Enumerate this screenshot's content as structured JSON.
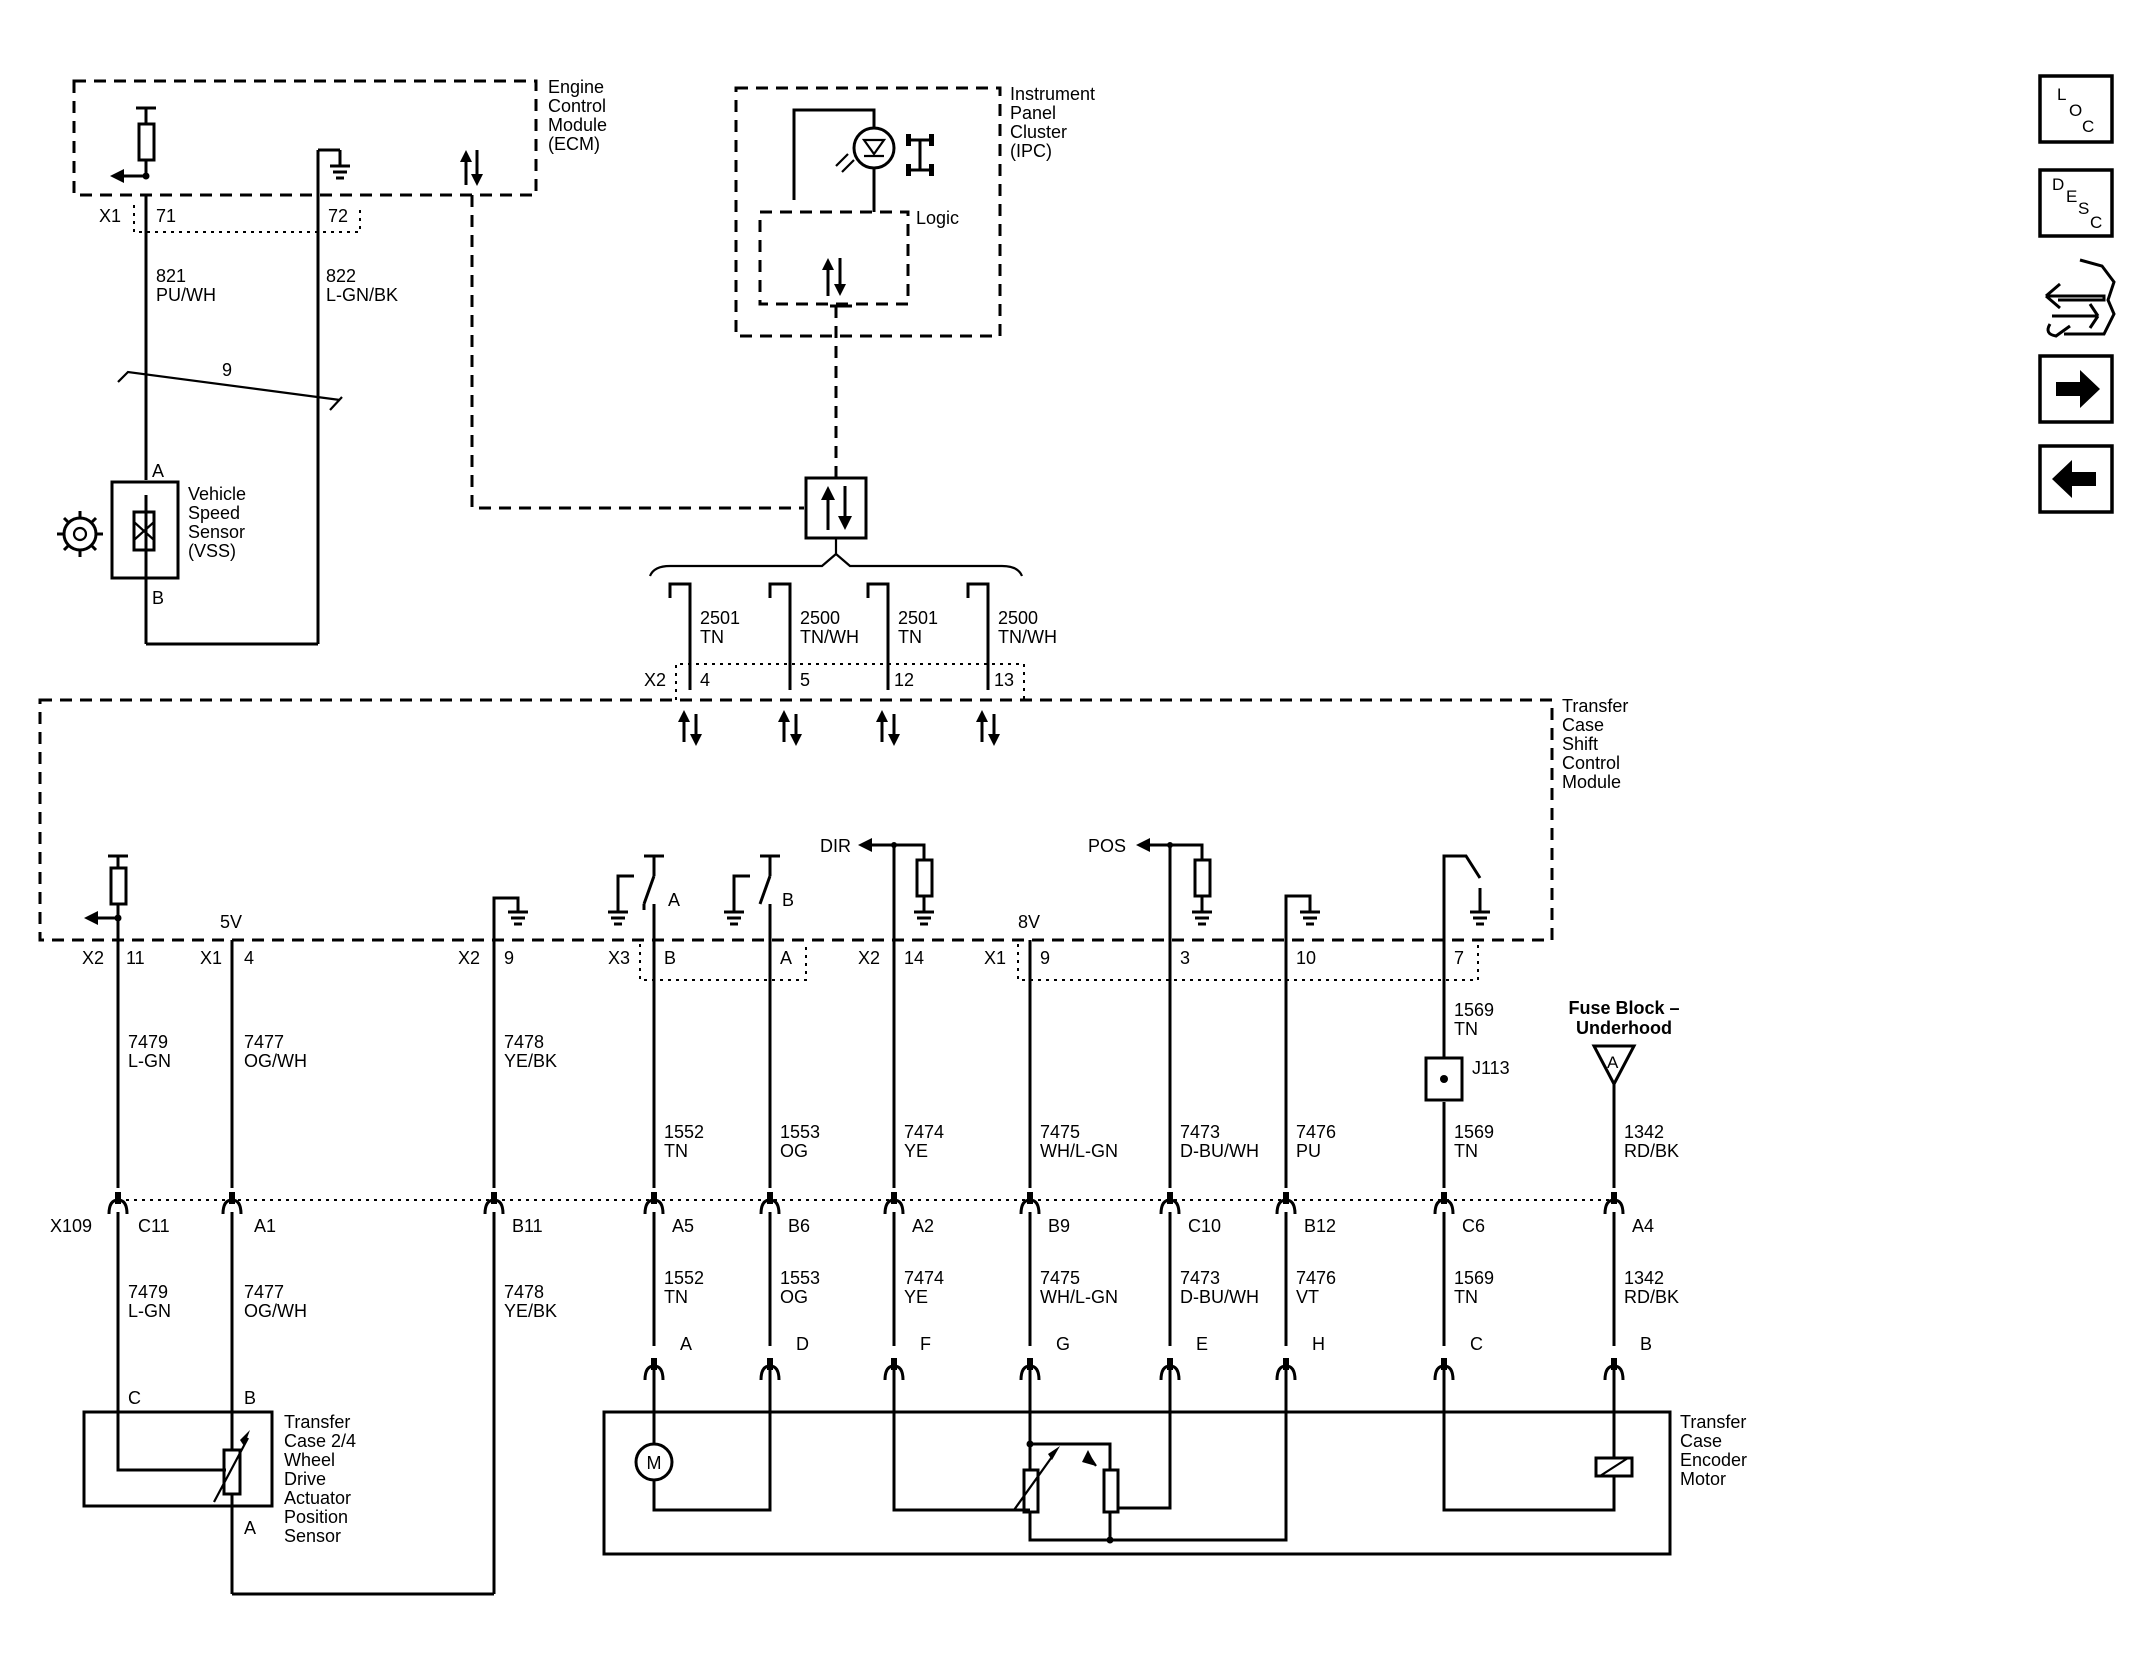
{
  "modules": {
    "ecm": [
      "Engine",
      "Control",
      "Module",
      "(ECM)"
    ],
    "ipc": [
      "Instrument",
      "Panel",
      "Cluster",
      "(IPC)"
    ],
    "ipc_logic": "Logic",
    "tcscm": [
      "Transfer",
      "Case",
      "Shift",
      "Control",
      "Module"
    ],
    "vss": [
      "Vehicle",
      "Speed",
      "Sensor",
      "(VSS)"
    ],
    "actuator": [
      "Transfer",
      "Case 2/4",
      "Wheel",
      "Drive",
      "Actuator",
      "Position",
      "Sensor"
    ],
    "encoder": [
      "Transfer",
      "Case",
      "Encoder",
      "Motor"
    ],
    "fuse_block": [
      "Fuse Block –",
      "Underhood"
    ]
  },
  "ecm_pins": {
    "connector": "X1",
    "pin_71": "71",
    "pin_72": "72"
  },
  "ecm_wires": [
    {
      "circuit": "821",
      "color": "PU/WH"
    },
    {
      "circuit": "822",
      "color": "L-GN/BK"
    }
  ],
  "twist_count": "9",
  "vss_pins": {
    "a": "A",
    "b": "B"
  },
  "serial_wires": [
    {
      "circuit": "2501",
      "color": "TN",
      "pin": "4"
    },
    {
      "circuit": "2500",
      "color": "TN/WH",
      "pin": "5"
    },
    {
      "circuit": "2501",
      "color": "TN",
      "pin": "12"
    },
    {
      "circuit": "2500",
      "color": "TN/WH",
      "pin": "13"
    }
  ],
  "serial_connector": "X2",
  "internal": {
    "dir": "DIR",
    "pos": "POS",
    "v5": "5V",
    "v8": "8V",
    "switch_a": "A",
    "switch_b": "B"
  },
  "bottom_pins": {
    "x2_11": {
      "conn": "X2",
      "pin": "11"
    },
    "x1_4": {
      "conn": "X1",
      "pin": "4"
    },
    "x2_9": {
      "conn": "X2",
      "pin": "9"
    },
    "x3_b": {
      "conn": "X3",
      "pin": "B"
    },
    "x3_a": {
      "pin": "A"
    },
    "x2_14": {
      "conn": "X2",
      "pin": "14"
    },
    "x1_9": {
      "conn": "X1",
      "pin": "9"
    },
    "x1_3": {
      "pin": "3"
    },
    "x1_10": {
      "pin": "10"
    },
    "x1_7": {
      "pin": "7"
    }
  },
  "upper_wires": [
    {
      "circuit": "7479",
      "color": "L-GN"
    },
    {
      "circuit": "7477",
      "color": "OG/WH"
    },
    {
      "circuit": "7478",
      "color": "YE/BK"
    },
    {
      "circuit": "1552",
      "color": "TN"
    },
    {
      "circuit": "1553",
      "color": "OG"
    },
    {
      "circuit": "7474",
      "color": "YE"
    },
    {
      "circuit": "7475",
      "color": "WH/L-GN"
    },
    {
      "circuit": "7473",
      "color": "D-BU/WH"
    },
    {
      "circuit": "7476",
      "color": "PU"
    },
    {
      "circuit": "1569",
      "color": "TN"
    },
    {
      "circuit": "1569",
      "color": "TN"
    },
    {
      "circuit": "1342",
      "color": "RD/BK"
    }
  ],
  "splice": "J113",
  "fuse_pin": "A",
  "x109": {
    "name": "X109",
    "pins": [
      "C11",
      "A1",
      "B11",
      "A5",
      "B6",
      "A2",
      "B9",
      "C10",
      "B12",
      "C6",
      "A4"
    ]
  },
  "lower_wires": [
    {
      "circuit": "7479",
      "color": "L-GN"
    },
    {
      "circuit": "7477",
      "color": "OG/WH"
    },
    {
      "circuit": "7478",
      "color": "YE/BK"
    },
    {
      "circuit": "1552",
      "color": "TN"
    },
    {
      "circuit": "1553",
      "color": "OG"
    },
    {
      "circuit": "7474",
      "color": "YE"
    },
    {
      "circuit": "7475",
      "color": "WH/L-GN"
    },
    {
      "circuit": "7473",
      "color": "D-BU/WH"
    },
    {
      "circuit": "7476",
      "color": "VT"
    },
    {
      "circuit": "1569",
      "color": "TN"
    },
    {
      "circuit": "1342",
      "color": "RD/BK"
    }
  ],
  "actuator_pins": {
    "c": "C",
    "b": "B",
    "a": "A"
  },
  "encoder_pins": [
    "A",
    "D",
    "F",
    "G",
    "E",
    "H",
    "C",
    "B"
  ],
  "motor_symbol": "M",
  "nav": {
    "loc": [
      "L",
      "O",
      "C"
    ],
    "desc": [
      "D",
      "E",
      "S",
      "C"
    ]
  }
}
